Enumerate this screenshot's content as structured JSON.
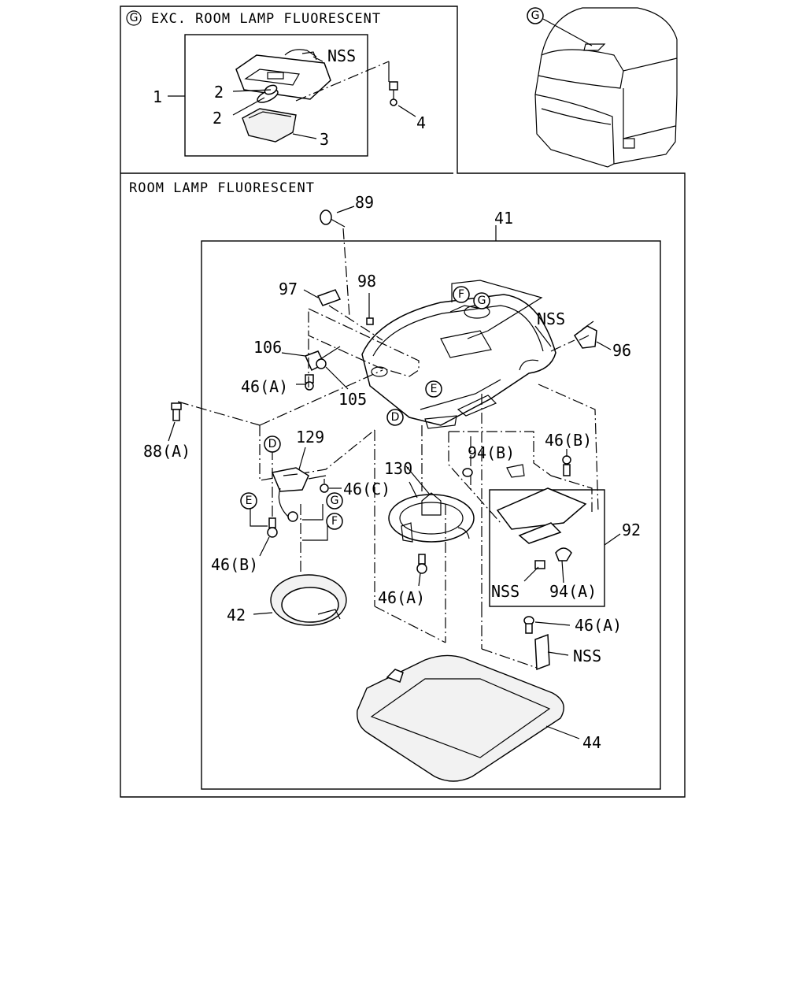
{
  "inset": {
    "marker": "G",
    "title": "EXC. ROOM LAMP FLUORESCENT",
    "labels": {
      "p1": "1",
      "p2a": "2",
      "p2b": "2",
      "p3": "3",
      "p4": "4",
      "nss": "NSS"
    }
  },
  "vehicle": {
    "marker": "G"
  },
  "main": {
    "title": "ROOM LAMP FLUORESCENT",
    "labels": {
      "p89": "89",
      "p41": "41",
      "p97": "97",
      "p98": "98",
      "nss_top": "NSS",
      "p96": "96",
      "p106": "106",
      "p46a_1": "46(A)",
      "p105": "105",
      "p88a": "88(A)",
      "p129": "129",
      "p46c": "46(C)",
      "p130": "130",
      "p94b": "94(B)",
      "p46b_r": "46(B)",
      "p92": "92",
      "p46b_l": "46(B)",
      "p42": "42",
      "p46a_2": "46(A)",
      "nss_mid": "NSS",
      "p94a": "94(A)",
      "p46a_3": "46(A)",
      "nss_bot": "NSS",
      "p44": "44"
    },
    "markers": {
      "F_top": "F",
      "G_top": "G",
      "E_top": "E",
      "D_top": "D",
      "D_left": "D",
      "E_left": "E",
      "G_left": "G",
      "F_left": "F"
    }
  }
}
